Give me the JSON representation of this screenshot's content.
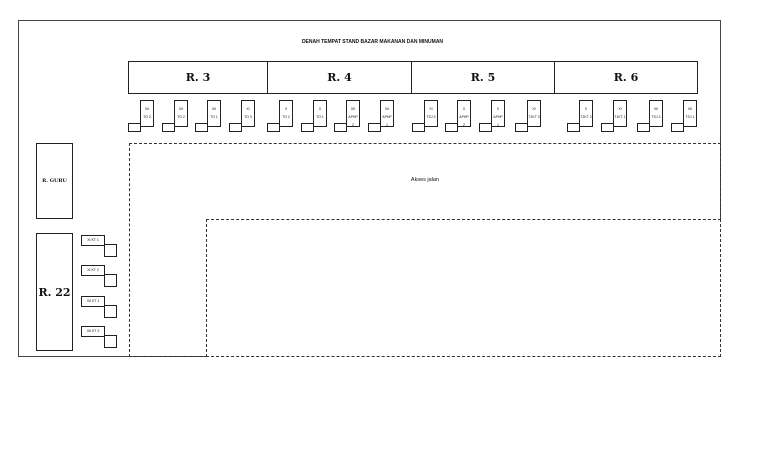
{
  "title": "DENAH TEMPAT STAND BAZAR MAKANAN DAN MINUMAN",
  "rooms": [
    "R. 3",
    "R. 4",
    "R. 5",
    "R. 6"
  ],
  "stalls": [
    {
      "grade": "XII",
      "label": "TO 3"
    },
    {
      "grade": "XII",
      "label": "TO 2"
    },
    {
      "grade": "XII",
      "label": "TO 1"
    },
    {
      "grade": "XI",
      "label": "TO 3"
    },
    {
      "grade": "X",
      "label": "TO 2"
    },
    {
      "grade": "X",
      "label": "TO 1"
    },
    {
      "grade": "XII",
      "label": "APHP 2"
    },
    {
      "grade": "XII",
      "label": "APHP 1"
    },
    {
      "grade": "XI",
      "label": "TSJ 3"
    },
    {
      "grade": "X",
      "label": "APHP 2"
    },
    {
      "grade": "X",
      "label": "APHP 1"
    },
    {
      "grade": "XI",
      "label": "TJKT 3"
    },
    {
      "grade": "X",
      "label": "TJKT 2"
    },
    {
      "grade": "XI",
      "label": "TJKT 1"
    },
    {
      "grade": "XII",
      "label": "TSJ 2"
    },
    {
      "grade": "XII",
      "label": "TSJ 1"
    }
  ],
  "access_label": "Akses jalan",
  "side_rooms": {
    "guru": "R. GURU",
    "r22": "R. 22"
  },
  "side_stalls": [
    "XI KT 1",
    "XI KT 2",
    "XII KT 1",
    "XII KT 2"
  ]
}
